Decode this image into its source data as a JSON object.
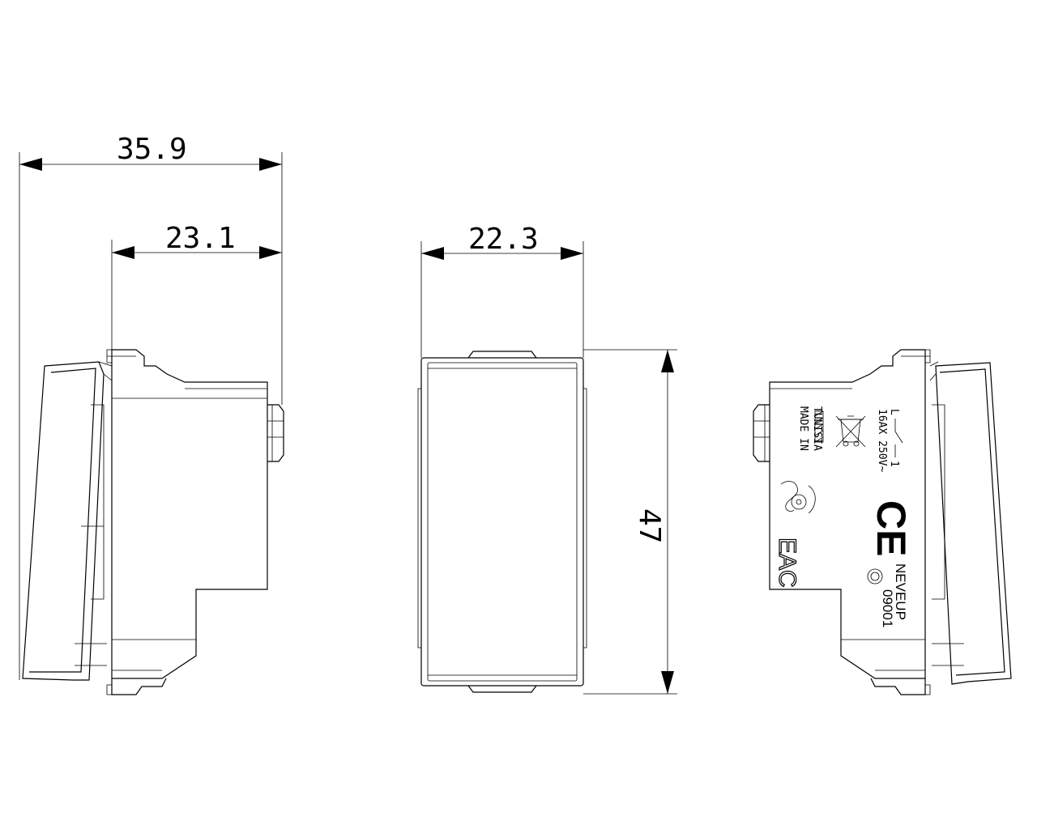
{
  "dimensions": {
    "overall_depth": "35.9",
    "body_depth": "23.1",
    "front_width": "22.3",
    "height": "47"
  },
  "label": {
    "circuit_left": "L",
    "circuit_right": "1",
    "rating": "16AX 250V~",
    "origin_line1": "MADE IN",
    "origin_line2": "TUNISIA",
    "ce_mark": "CE",
    "eac_mark": "EAC",
    "brand": "NEVEUP",
    "code": "09001"
  }
}
